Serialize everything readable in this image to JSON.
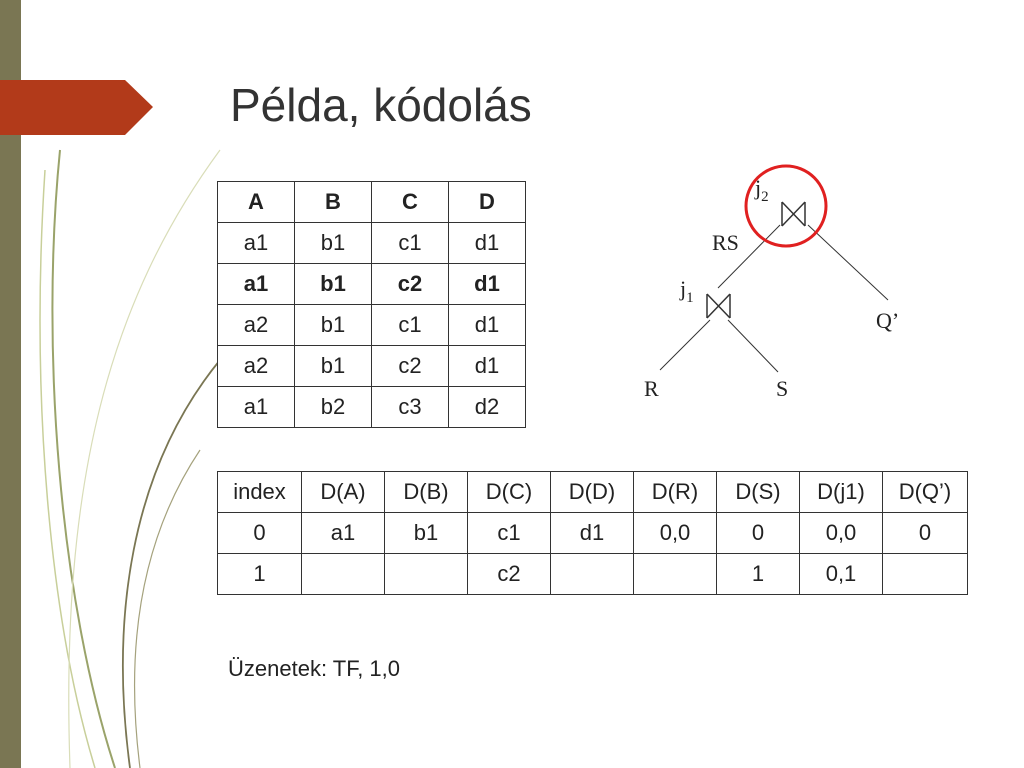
{
  "title": "Példa, kódolás",
  "table1": {
    "headers": [
      "A",
      "B",
      "C",
      "D"
    ],
    "rows": [
      [
        "a1",
        "b1",
        "c1",
        "d1"
      ],
      [
        "a1",
        "b1",
        "c2",
        "d1"
      ],
      [
        "a2",
        "b1",
        "c1",
        "d1"
      ],
      [
        "a2",
        "b1",
        "c2",
        "d1"
      ],
      [
        "a1",
        "b2",
        "c3",
        "d2"
      ]
    ],
    "bold_row_index": 1
  },
  "table2": {
    "headers": [
      "index",
      "D(A)",
      "D(B)",
      "D(C)",
      "D(D)",
      "D(R)",
      "D(S)",
      "D(j1)",
      "D(Q’)"
    ],
    "rows": [
      [
        "0",
        "a1",
        "b1",
        "c1",
        "d1",
        "0,0",
        "0",
        "0,0",
        "0"
      ],
      [
        "1",
        "",
        "",
        "c2",
        "",
        "",
        "1",
        "0,1",
        ""
      ]
    ]
  },
  "diagram": {
    "j2": "j",
    "j2_sub": "2",
    "j1": "j",
    "j1_sub": "1",
    "rs": "RS",
    "q": "Q’",
    "r": "R",
    "s": "S",
    "join_symbol": "⋈",
    "highlight_color": "#e02020"
  },
  "messages": "Üzenetek: TF, 1,0",
  "colors": {
    "left_bar": "#7a7653",
    "accent": "#b23a1a"
  }
}
